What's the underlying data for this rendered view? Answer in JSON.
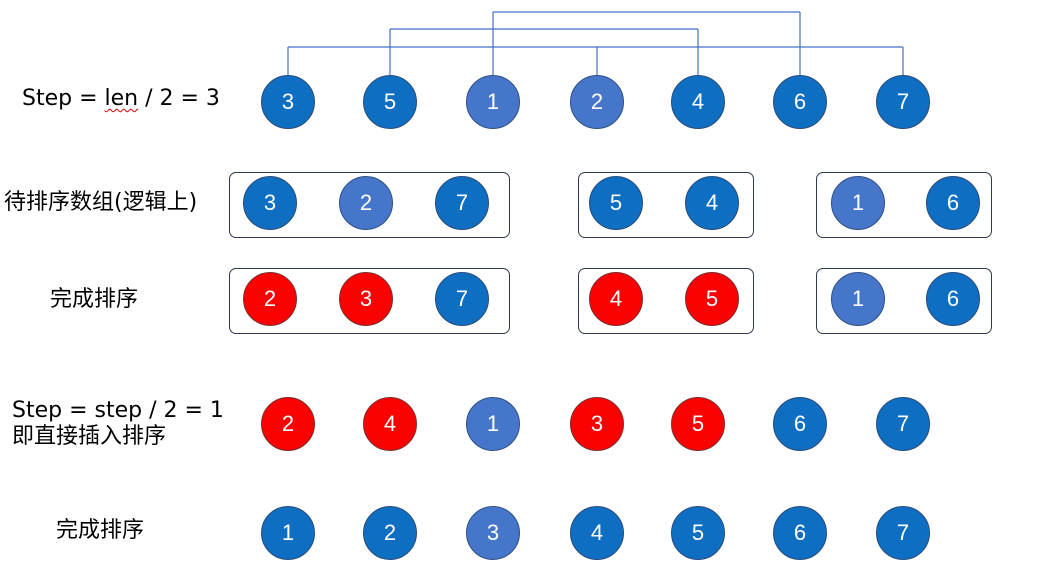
{
  "colors": {
    "dark": "#0e6fc2",
    "light": "#4576c9",
    "red": "#fa0202",
    "line": "#4472c4"
  },
  "rows": {
    "initial": {
      "label_prefix": "Step = ",
      "label_word": "len",
      "label_suffix": " / 2 = 3",
      "nodes": [
        {
          "value": "3",
          "style": "dark"
        },
        {
          "value": "5",
          "style": "dark"
        },
        {
          "value": "1",
          "style": "light"
        },
        {
          "value": "2",
          "style": "light"
        },
        {
          "value": "4",
          "style": "dark"
        },
        {
          "value": "6",
          "style": "dark"
        },
        {
          "value": "7",
          "style": "dark"
        }
      ]
    },
    "groups_unsorted": {
      "label": "待排序数组(逻辑上)",
      "groups": [
        [
          {
            "value": "3",
            "style": "dark"
          },
          {
            "value": "2",
            "style": "light"
          },
          {
            "value": "7",
            "style": "dark"
          }
        ],
        [
          {
            "value": "5",
            "style": "dark"
          },
          {
            "value": "4",
            "style": "dark"
          }
        ],
        [
          {
            "value": "1",
            "style": "light"
          },
          {
            "value": "6",
            "style": "dark"
          }
        ]
      ]
    },
    "groups_sorted": {
      "label": "完成排序",
      "groups": [
        [
          {
            "value": "2",
            "style": "red"
          },
          {
            "value": "3",
            "style": "red"
          },
          {
            "value": "7",
            "style": "dark"
          }
        ],
        [
          {
            "value": "4",
            "style": "red"
          },
          {
            "value": "5",
            "style": "red"
          }
        ],
        [
          {
            "value": "1",
            "style": "light"
          },
          {
            "value": "6",
            "style": "dark"
          }
        ]
      ]
    },
    "step1": {
      "label_line1": "Step = step / 2 = 1",
      "label_line2": "即直接插入排序",
      "nodes": [
        {
          "value": "2",
          "style": "red"
        },
        {
          "value": "4",
          "style": "red"
        },
        {
          "value": "1",
          "style": "light"
        },
        {
          "value": "3",
          "style": "red"
        },
        {
          "value": "5",
          "style": "red"
        },
        {
          "value": "6",
          "style": "dark"
        },
        {
          "value": "7",
          "style": "dark"
        }
      ]
    },
    "final": {
      "label": "完成排序",
      "nodes": [
        {
          "value": "1",
          "style": "dark"
        },
        {
          "value": "2",
          "style": "dark"
        },
        {
          "value": "3",
          "style": "light"
        },
        {
          "value": "4",
          "style": "dark"
        },
        {
          "value": "5",
          "style": "dark"
        },
        {
          "value": "6",
          "style": "dark"
        },
        {
          "value": "7",
          "style": "dark"
        }
      ]
    }
  }
}
